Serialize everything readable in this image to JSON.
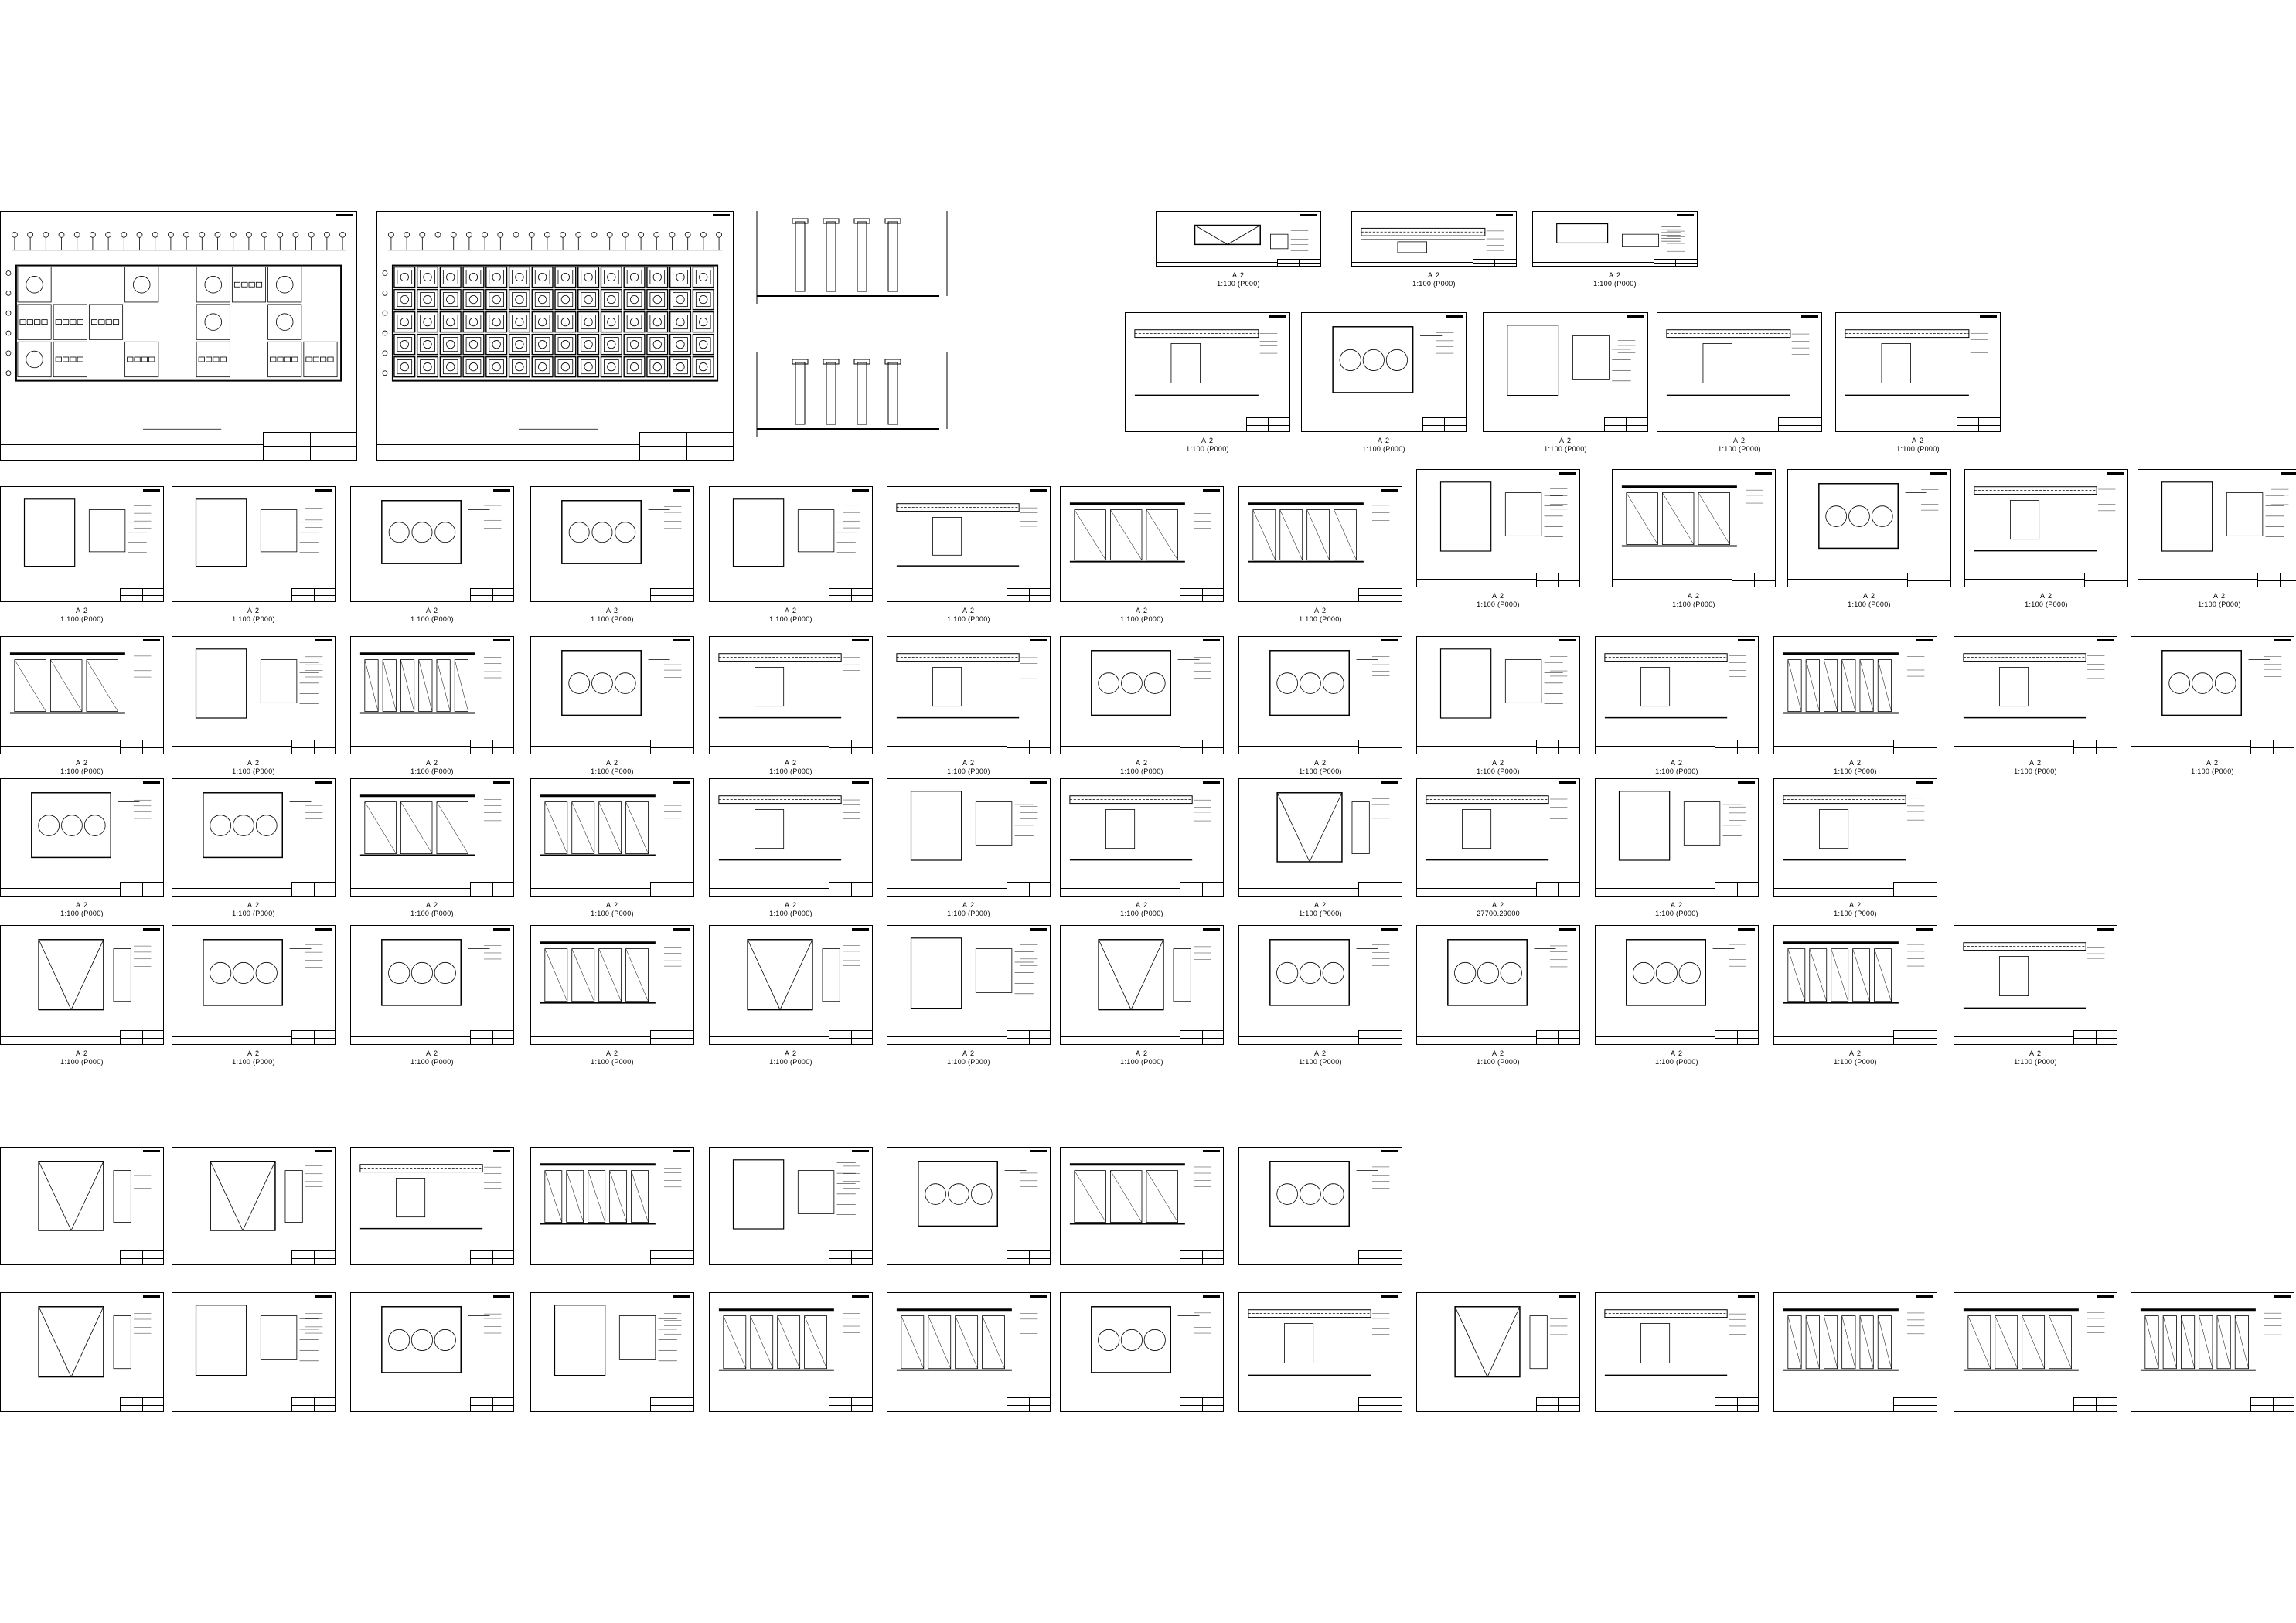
{
  "drawing_set": {
    "sheet_title_label": "A 2",
    "scale_label": "1:100 (P000)",
    "alt_scale_label": "27700.29000",
    "colors": {
      "line": "#000000",
      "paper": "#ffffff"
    }
  }
}
